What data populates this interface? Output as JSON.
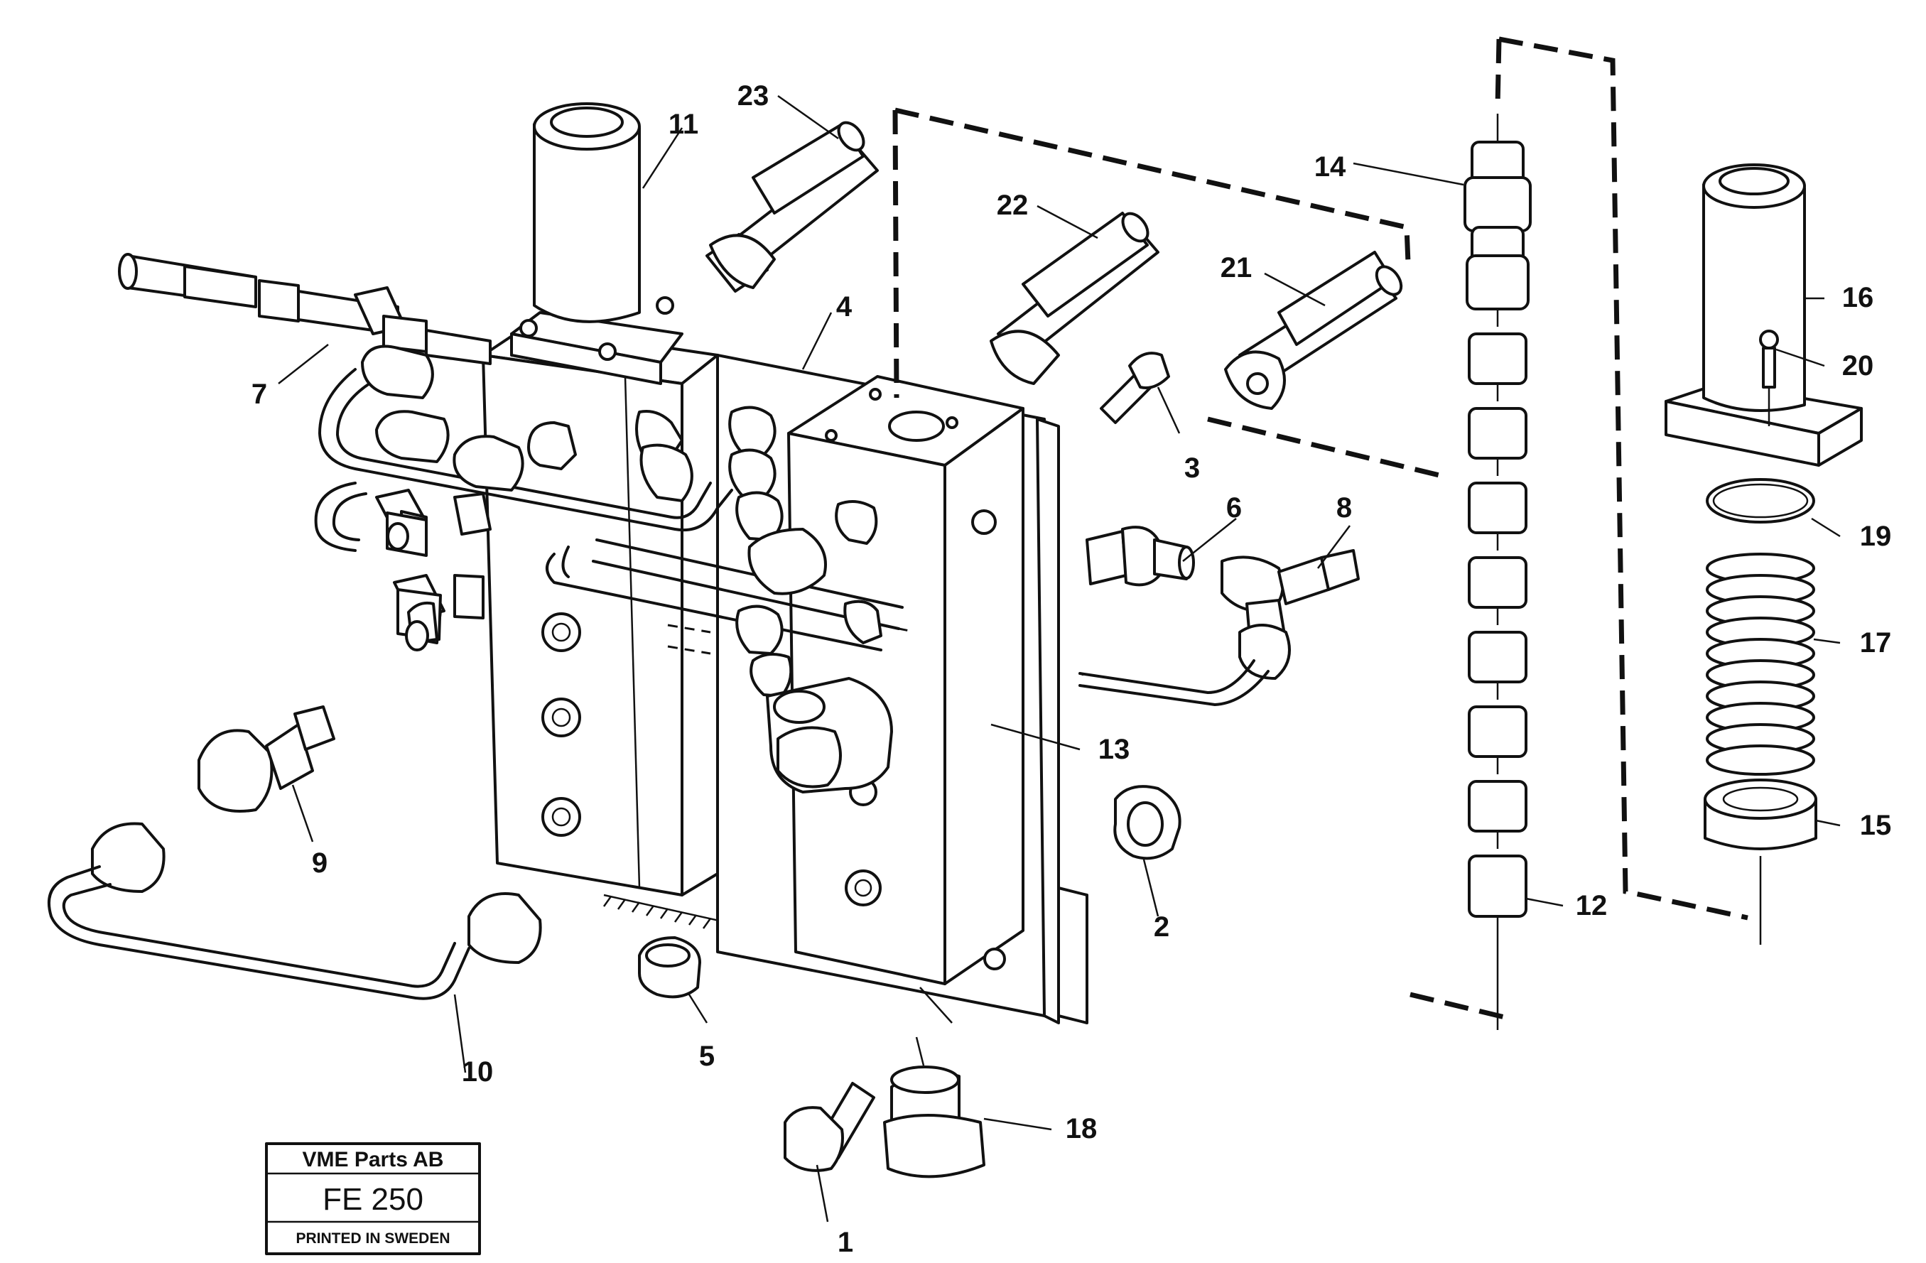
{
  "callouts": [
    "1",
    "2",
    "3",
    "4",
    "5",
    "6",
    "7",
    "8",
    "9",
    "10",
    "11",
    "12",
    "13",
    "14",
    "15",
    "16",
    "17",
    "18",
    "19",
    "20",
    "21",
    "22",
    "23"
  ],
  "stamp": {
    "company": "VME Parts AB",
    "code": "FE 250",
    "printed": "PRINTED IN SWEDEN"
  }
}
